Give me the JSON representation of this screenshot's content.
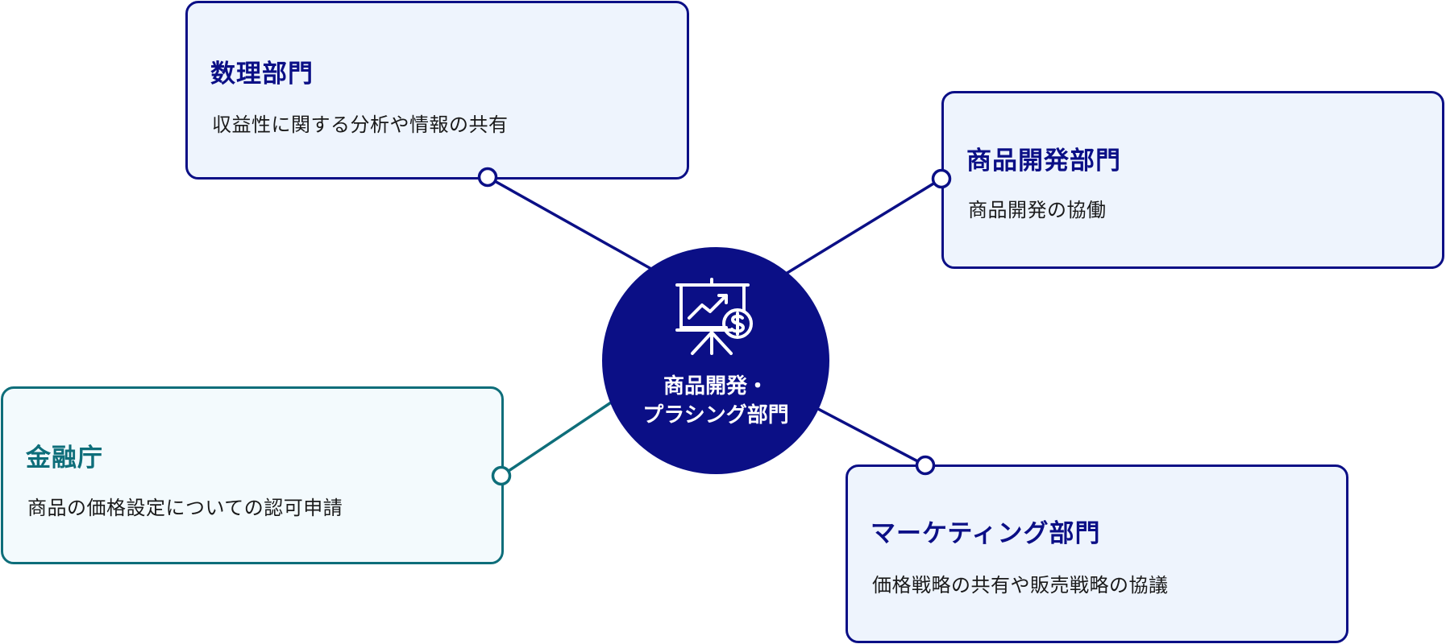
{
  "center": {
    "line1": "商品開発・",
    "line2": "プラシング部門",
    "icon": "presentation-chart-dollar-icon"
  },
  "nodes": {
    "suri": {
      "title": "数理部門",
      "desc": "収益性に関する分析や情報の共有"
    },
    "shohin": {
      "title": "商品開発部門",
      "desc": "商品開発の協働"
    },
    "kinyu": {
      "title": "金融庁",
      "desc": "商品の価格設定についての認可申請"
    },
    "marketing": {
      "title": "マーケティング部門",
      "desc": "価格戦略の共有や販売戦略の協議"
    }
  },
  "colors": {
    "navy": "#0b0f86",
    "teal": "#0e6e7a",
    "box_fill": "#eef4fd",
    "teal_box_fill": "#f3fafd"
  }
}
